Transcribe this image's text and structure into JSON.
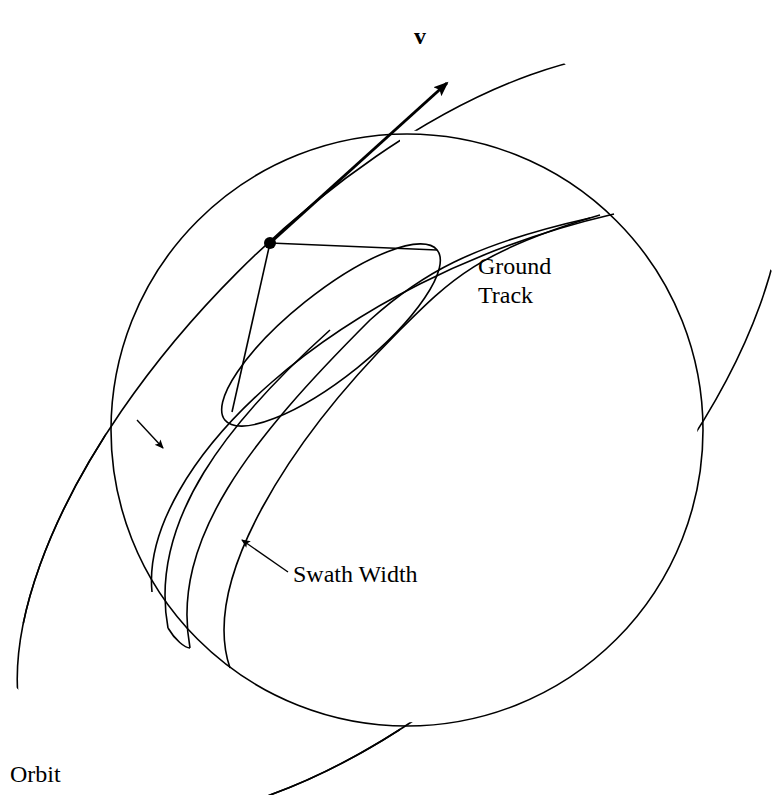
{
  "diagram": {
    "labels": [
      "v⃗",
      "Ground Track",
      "Swath Width",
      "Orbit"
    ]
  }
}
